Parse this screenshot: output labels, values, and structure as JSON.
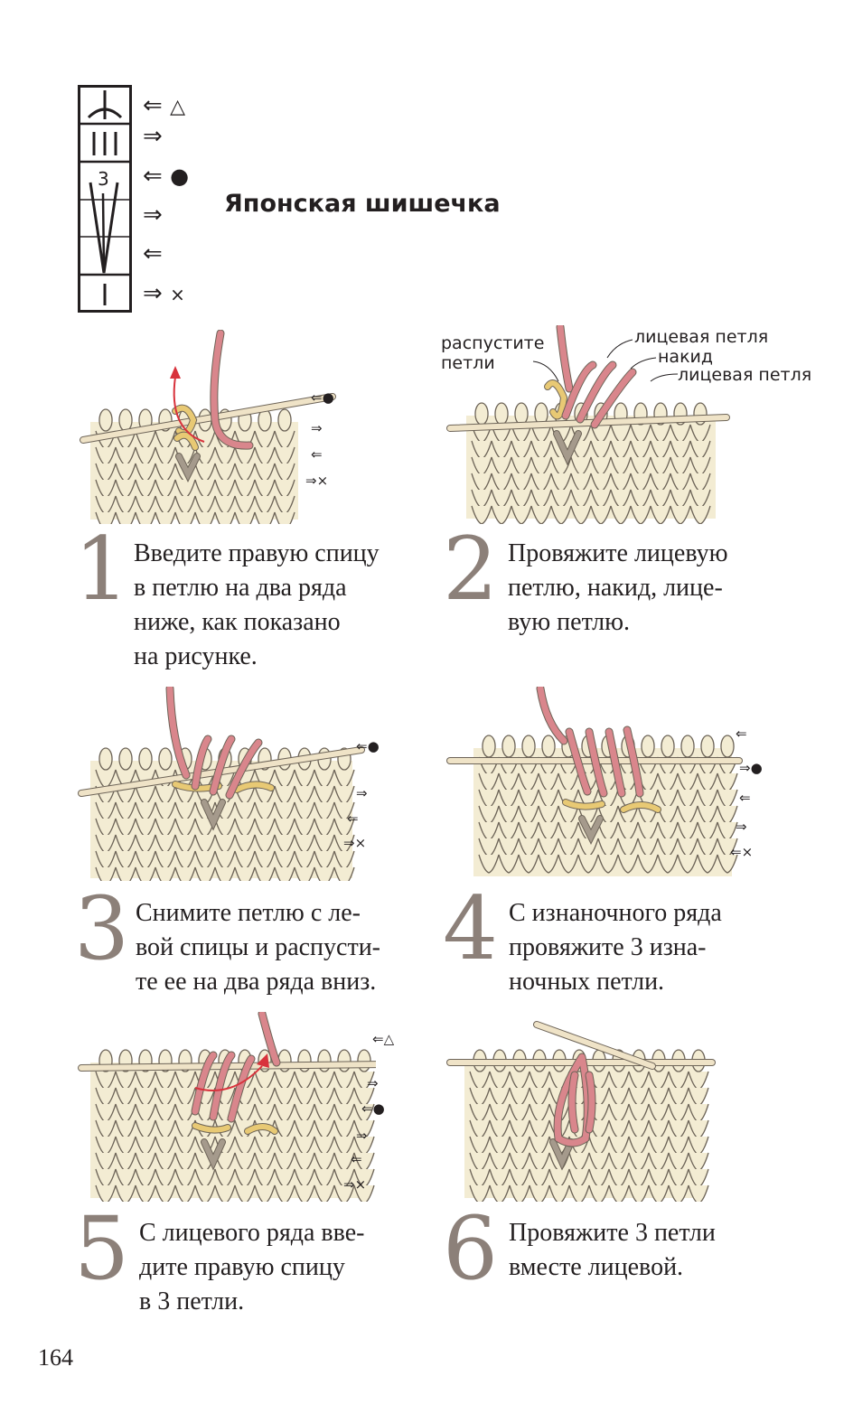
{
  "title": "Японская шишечка",
  "page_number": "164",
  "chart": {
    "cell_3_label": "3",
    "rows": [
      {
        "arrow": "⇐",
        "marker": "△"
      },
      {
        "arrow": "⇒",
        "marker": ""
      },
      {
        "arrow": "⇐",
        "marker": "●"
      },
      {
        "arrow": "⇒",
        "marker": ""
      },
      {
        "arrow": "⇐",
        "marker": ""
      },
      {
        "arrow": "⇒",
        "marker": "×"
      }
    ]
  },
  "annotations": {
    "unravel_line1": "распустите",
    "unravel_line2": "петли",
    "knit_1": "лицевая петля",
    "yarn_over": "накид",
    "knit_2": "лицевая петля"
  },
  "row_labels": {
    "step1": [
      "⇐●",
      "⇒",
      "⇐",
      "⇒×"
    ],
    "step3": [
      "⇐●",
      "⇒",
      "⇐",
      "⇒×"
    ],
    "step4": [
      "⇐",
      "⇒●",
      "⇐",
      "⇒",
      "⇐×"
    ],
    "step5": [
      "⇐△",
      "⇒",
      "⇐●",
      "⇒",
      "⇐",
      "⇒×"
    ]
  },
  "steps": [
    {
      "number": "1",
      "lines": [
        "Введите правую спицу",
        "в петлю на два ряда",
        "ниже, как показано",
        "на рисунке."
      ]
    },
    {
      "number": "2",
      "lines": [
        "Провяжите лицевую",
        "петлю, накид, лице-",
        "вую петлю."
      ]
    },
    {
      "number": "3",
      "lines": [
        "Снимите петлю с ле-",
        "вой спицы и распусти-",
        "те ее на два ряда вниз."
      ]
    },
    {
      "number": "4",
      "lines": [
        "С изнаночного ряда",
        "провяжите 3 изна-",
        "ночных петли."
      ]
    },
    {
      "number": "5",
      "lines": [
        "С лицевого ряда вве-",
        "дите правую спицу",
        "в 3 петли."
      ]
    },
    {
      "number": "6",
      "lines": [
        "Провяжите 3 петли",
        "вместе лицевой."
      ]
    }
  ],
  "colors": {
    "yarn_cream": "#f3ecd3",
    "yarn_outline": "#6d6458",
    "yarn_pink": "#d9868c",
    "yarn_yellow": "#e8c974",
    "yarn_gray": "#a59a8c",
    "needle": "#efe3c7",
    "arrow_red": "#d8323c",
    "step_number": "#8c8079"
  }
}
